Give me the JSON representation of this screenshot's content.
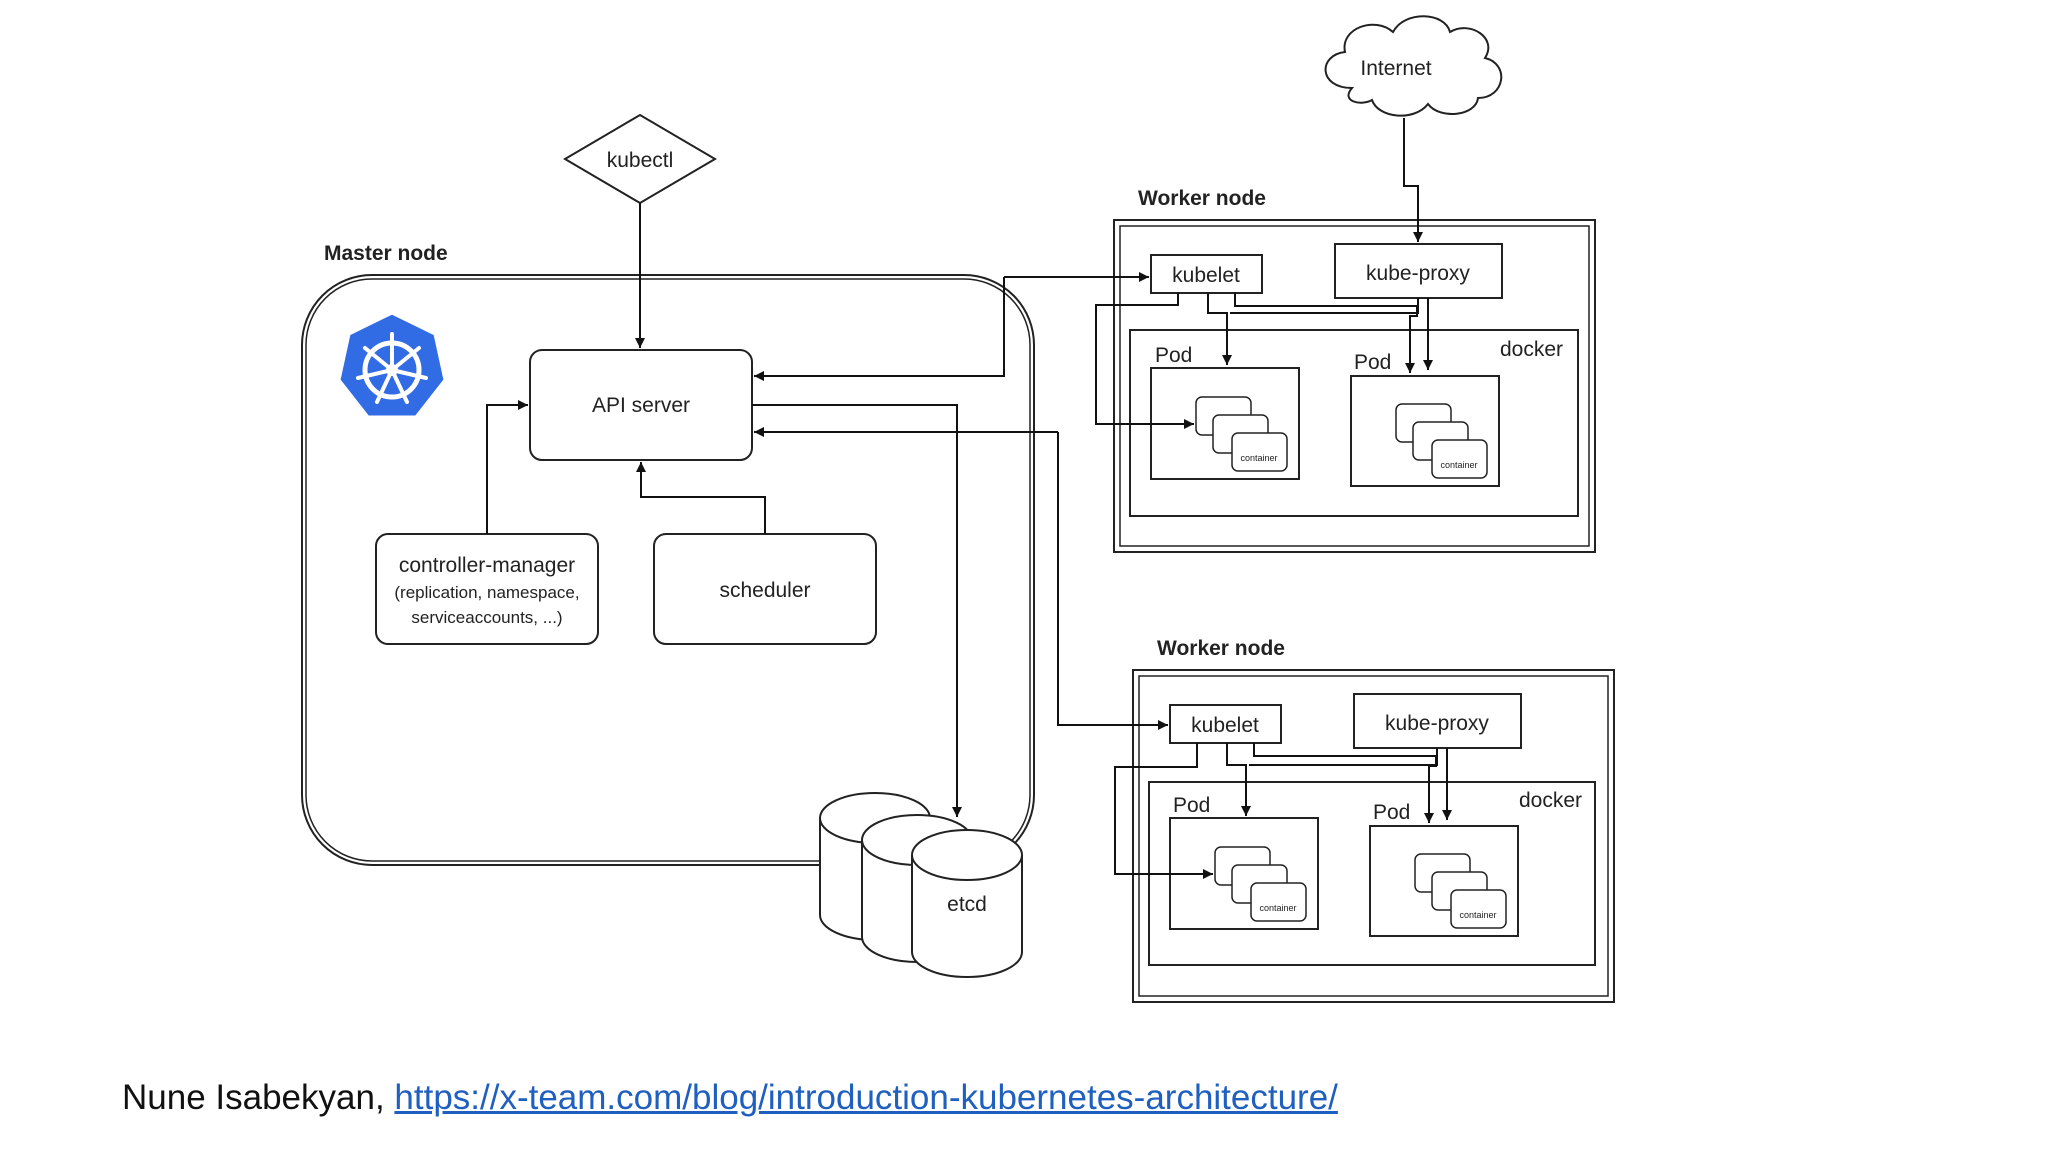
{
  "diagram": {
    "internet_label": "Internet",
    "kubectl_label": "kubectl",
    "master_node_title": "Master node",
    "api_server_label": "API server",
    "controller_manager": {
      "title": "controller-manager",
      "detail_line1": "(replication, namespace,",
      "detail_line2": "serviceaccounts, ...)"
    },
    "scheduler_label": "scheduler",
    "etcd_label": "etcd",
    "worker_nodes": [
      {
        "title": "Worker node",
        "kubelet_label": "kubelet",
        "kube_proxy_label": "kube-proxy",
        "docker_label": "docker",
        "pod_labels": [
          "Pod",
          "Pod"
        ],
        "container_label": "container"
      },
      {
        "title": "Worker node",
        "kubelet_label": "kubelet",
        "kube_proxy_label": "kube-proxy",
        "docker_label": "docker",
        "pod_labels": [
          "Pod",
          "Pod"
        ],
        "container_label": "container"
      }
    ],
    "logo_icon": "kubernetes-helm-icon",
    "logo_color": "#326ce5"
  },
  "credit": {
    "author": "Nune Isabekyan,",
    "url": "https://x-team.com/blog/introduction-kubernetes-architecture/"
  }
}
